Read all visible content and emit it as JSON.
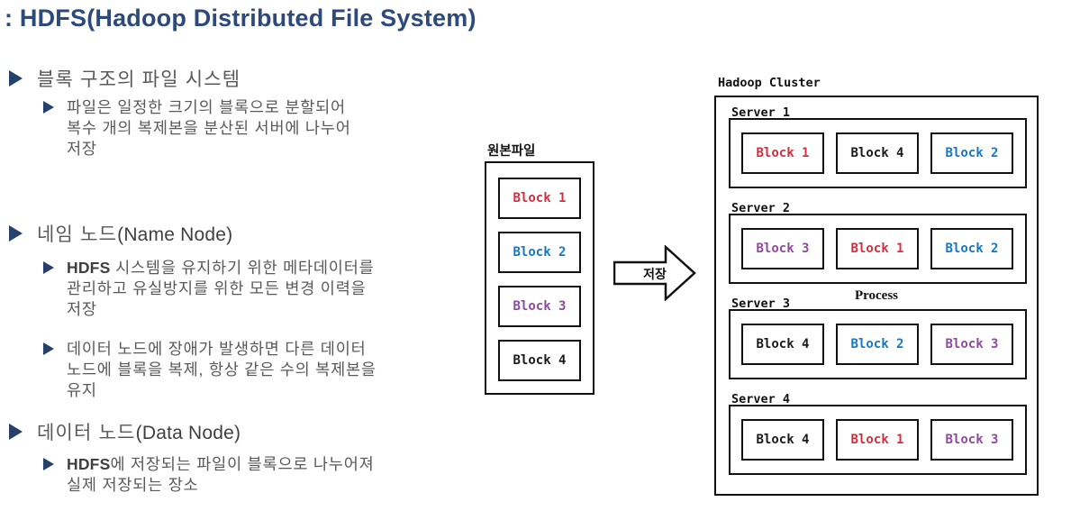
{
  "title": ": HDFS(Hadoop Distributed File System)",
  "colors": {
    "title_blue": "#2e4a7b",
    "bullet_navy": "#24406b",
    "body_gray": "#595959",
    "block_red": "#d22f3f",
    "block_blue": "#1778c2",
    "block_purple": "#8e4a9e",
    "block_black": "#1a1a1a"
  },
  "left": {
    "sections": [
      {
        "heading": {
          "ko": "블록 구조의 파일 시스템",
          "en": ""
        },
        "bullets": [
          {
            "bold": "",
            "lines": [
              "파일은 일정한 크기의 블록으로 분할되어",
              "복수 개의 복제본을 분산된 서버에 나누어",
              "저장"
            ]
          }
        ]
      },
      {
        "heading": {
          "ko": "네임 노드",
          "en": "(Name Node)"
        },
        "bullets": [
          {
            "bold": "HDFS",
            "lines": [
              " 시스템을 유지하기 위한 메타데이터를",
              "관리하고 유실방지를 위한 모든 변경 이력을",
              "저장"
            ]
          },
          {
            "bold": "",
            "lines": [
              "데이터 노드에 장애가 발생하면 다른 데이터",
              "노드에 블록을 복제, 항상 같은 수의 복제본을",
              "유지"
            ]
          }
        ]
      },
      {
        "heading": {
          "ko": "데이터 노드",
          "en": "(Data Node)"
        },
        "bullets": [
          {
            "bold": "HDFS",
            "lines": [
              "에 저장되는 파일이 블록으로 나누어져",
              "실제 저장되는 장소"
            ]
          }
        ]
      }
    ]
  },
  "diagram": {
    "source_label": "원본파일",
    "source_blocks": [
      {
        "label": "Block 1",
        "color": "#d22f3f"
      },
      {
        "label": "Block 2",
        "color": "#1778c2"
      },
      {
        "label": "Block 3",
        "color": "#8e4a9e"
      },
      {
        "label": "Block 4",
        "color": "#1a1a1a"
      }
    ],
    "arrow_label": "저장",
    "cluster_label": "Hadoop Cluster",
    "process_label": "Process",
    "servers": [
      {
        "name": "Server 1",
        "blocks": [
          {
            "label": "Block 1",
            "color": "#d22f3f"
          },
          {
            "label": "Block 4",
            "color": "#1a1a1a"
          },
          {
            "label": "Block 2",
            "color": "#1778c2"
          }
        ]
      },
      {
        "name": "Server 2",
        "blocks": [
          {
            "label": "Block 3",
            "color": "#8e4a9e"
          },
          {
            "label": "Block 1",
            "color": "#d22f3f"
          },
          {
            "label": "Block 2",
            "color": "#1778c2"
          }
        ]
      },
      {
        "name": "Server 3",
        "blocks": [
          {
            "label": "Block 4",
            "color": "#1a1a1a"
          },
          {
            "label": "Block 2",
            "color": "#1778c2"
          },
          {
            "label": "Block 3",
            "color": "#8e4a9e"
          }
        ]
      },
      {
        "name": "Server 4",
        "blocks": [
          {
            "label": "Block 4",
            "color": "#1a1a1a"
          },
          {
            "label": "Block 1",
            "color": "#d22f3f"
          },
          {
            "label": "Block 3",
            "color": "#8e4a9e"
          }
        ]
      }
    ]
  }
}
